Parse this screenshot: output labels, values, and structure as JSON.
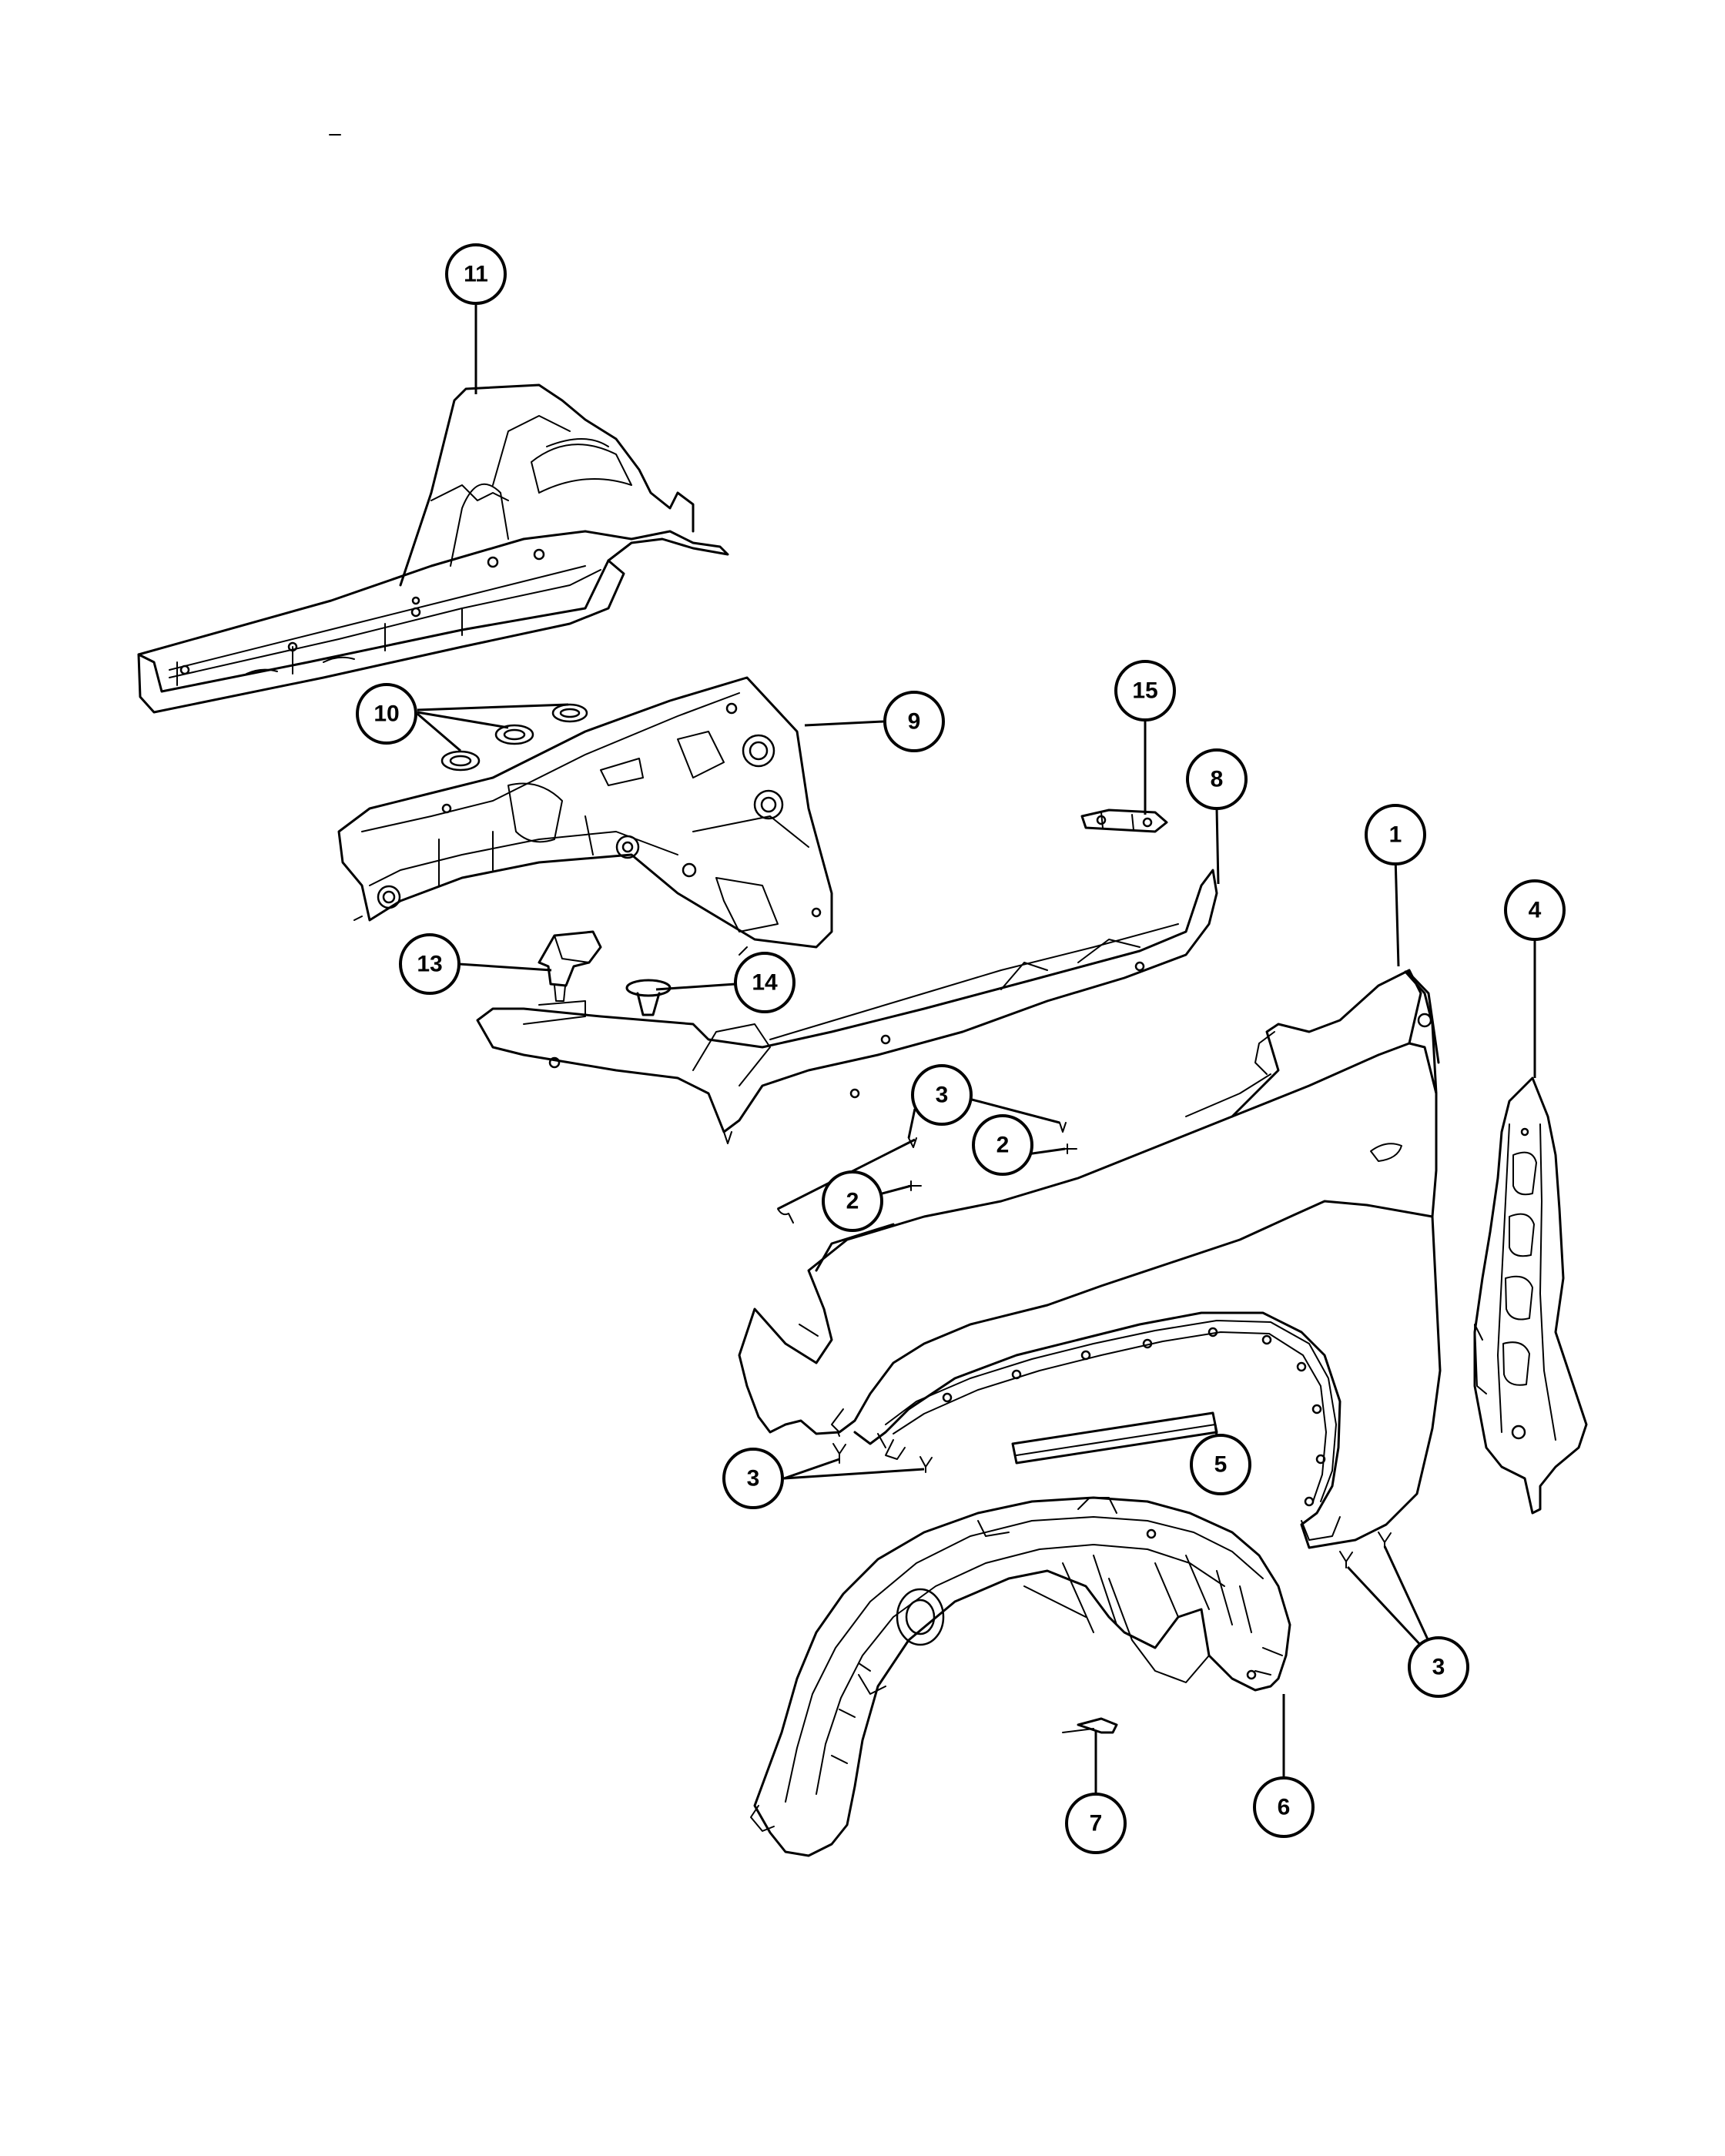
{
  "callouts": [
    {
      "id": "c11",
      "label": "11"
    },
    {
      "id": "c10",
      "label": "10"
    },
    {
      "id": "c9",
      "label": "9"
    },
    {
      "id": "c15",
      "label": "15"
    },
    {
      "id": "c8",
      "label": "8"
    },
    {
      "id": "c1",
      "label": "1"
    },
    {
      "id": "c4",
      "label": "4"
    },
    {
      "id": "c13",
      "label": "13"
    },
    {
      "id": "c14",
      "label": "14"
    },
    {
      "id": "c3a",
      "label": "3"
    },
    {
      "id": "c2a",
      "label": "2"
    },
    {
      "id": "c2b",
      "label": "2"
    },
    {
      "id": "c3b",
      "label": "3"
    },
    {
      "id": "c5",
      "label": "5"
    },
    {
      "id": "c3c",
      "label": "3"
    },
    {
      "id": "c7",
      "label": "7"
    },
    {
      "id": "c6",
      "label": "6"
    }
  ]
}
